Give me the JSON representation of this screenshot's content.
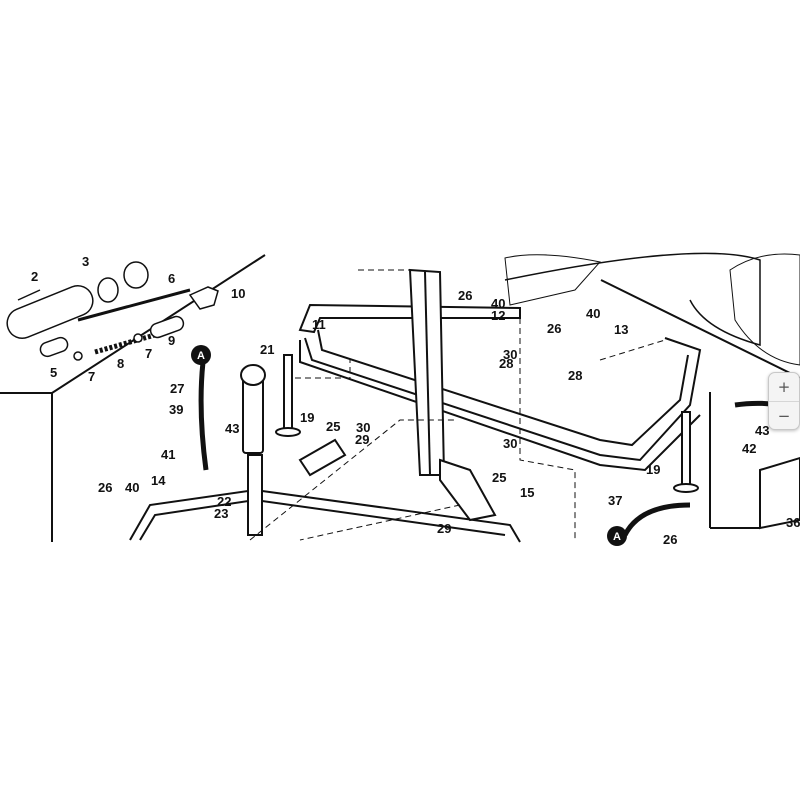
{
  "diagram": {
    "part_labels": [
      "2",
      "3",
      "6",
      "10",
      "5",
      "7",
      "8",
      "7",
      "9",
      "21",
      "27",
      "39",
      "43",
      "41",
      "14",
      "40",
      "26",
      "22",
      "23",
      "25",
      "29",
      "11",
      "19",
      "26",
      "40",
      "12",
      "26",
      "40",
      "13",
      "28",
      "30",
      "28",
      "30",
      "30",
      "25",
      "15",
      "29",
      "19",
      "37",
      "43",
      "42",
      "36",
      "26"
    ],
    "callouts": [
      "A",
      "A"
    ]
  },
  "viewer": {
    "zoom_in": "+",
    "zoom_out": "−"
  }
}
